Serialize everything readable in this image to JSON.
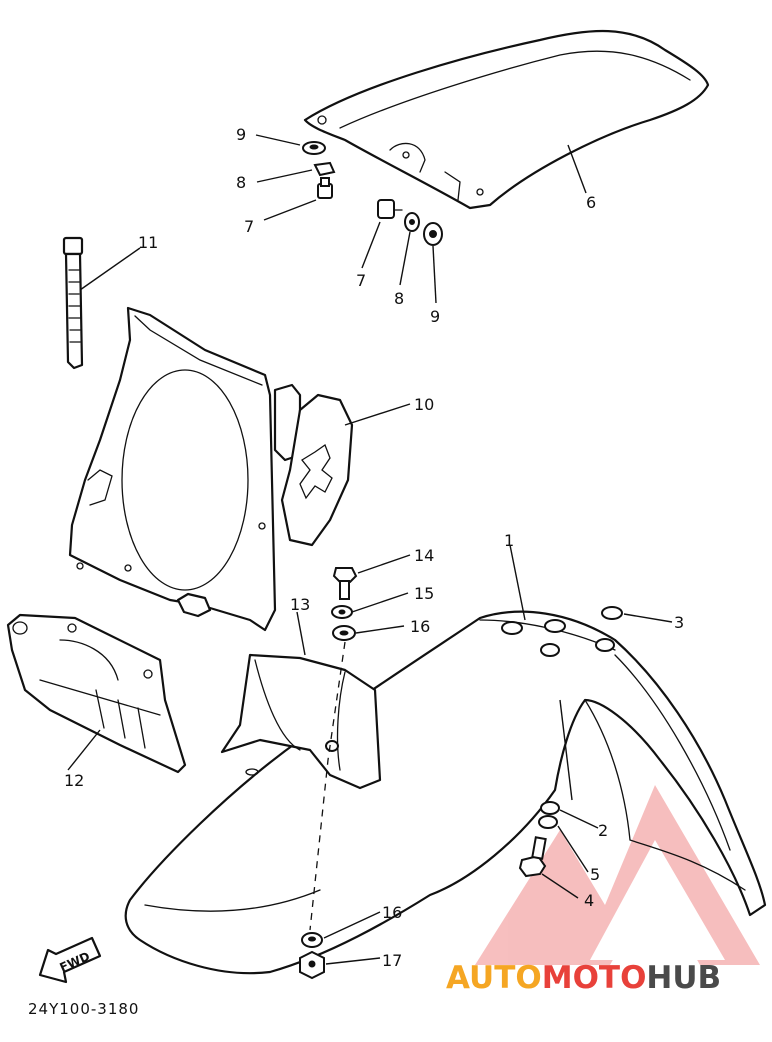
{
  "diagram_code": "24Y100-3180",
  "fwd_label": "FWD",
  "callouts": {
    "c1": "1",
    "c2": "2",
    "c3": "3",
    "c4": "4",
    "c5": "5",
    "c6": "6",
    "c7a": "7",
    "c7b": "7",
    "c8a": "8",
    "c8b": "8",
    "c9a": "9",
    "c9b": "9",
    "c10": "10",
    "c11": "11",
    "c12": "12",
    "c13": "13",
    "c14": "14",
    "c15": "15",
    "c16a": "16",
    "c16b": "16",
    "c17": "17"
  },
  "watermark": {
    "part1": "AUTO",
    "part2": "MOTO",
    "part3": "HUB",
    "color_orange": "#f5a623",
    "color_red": "#e8413a",
    "color_gray": "#4a4a4a"
  }
}
